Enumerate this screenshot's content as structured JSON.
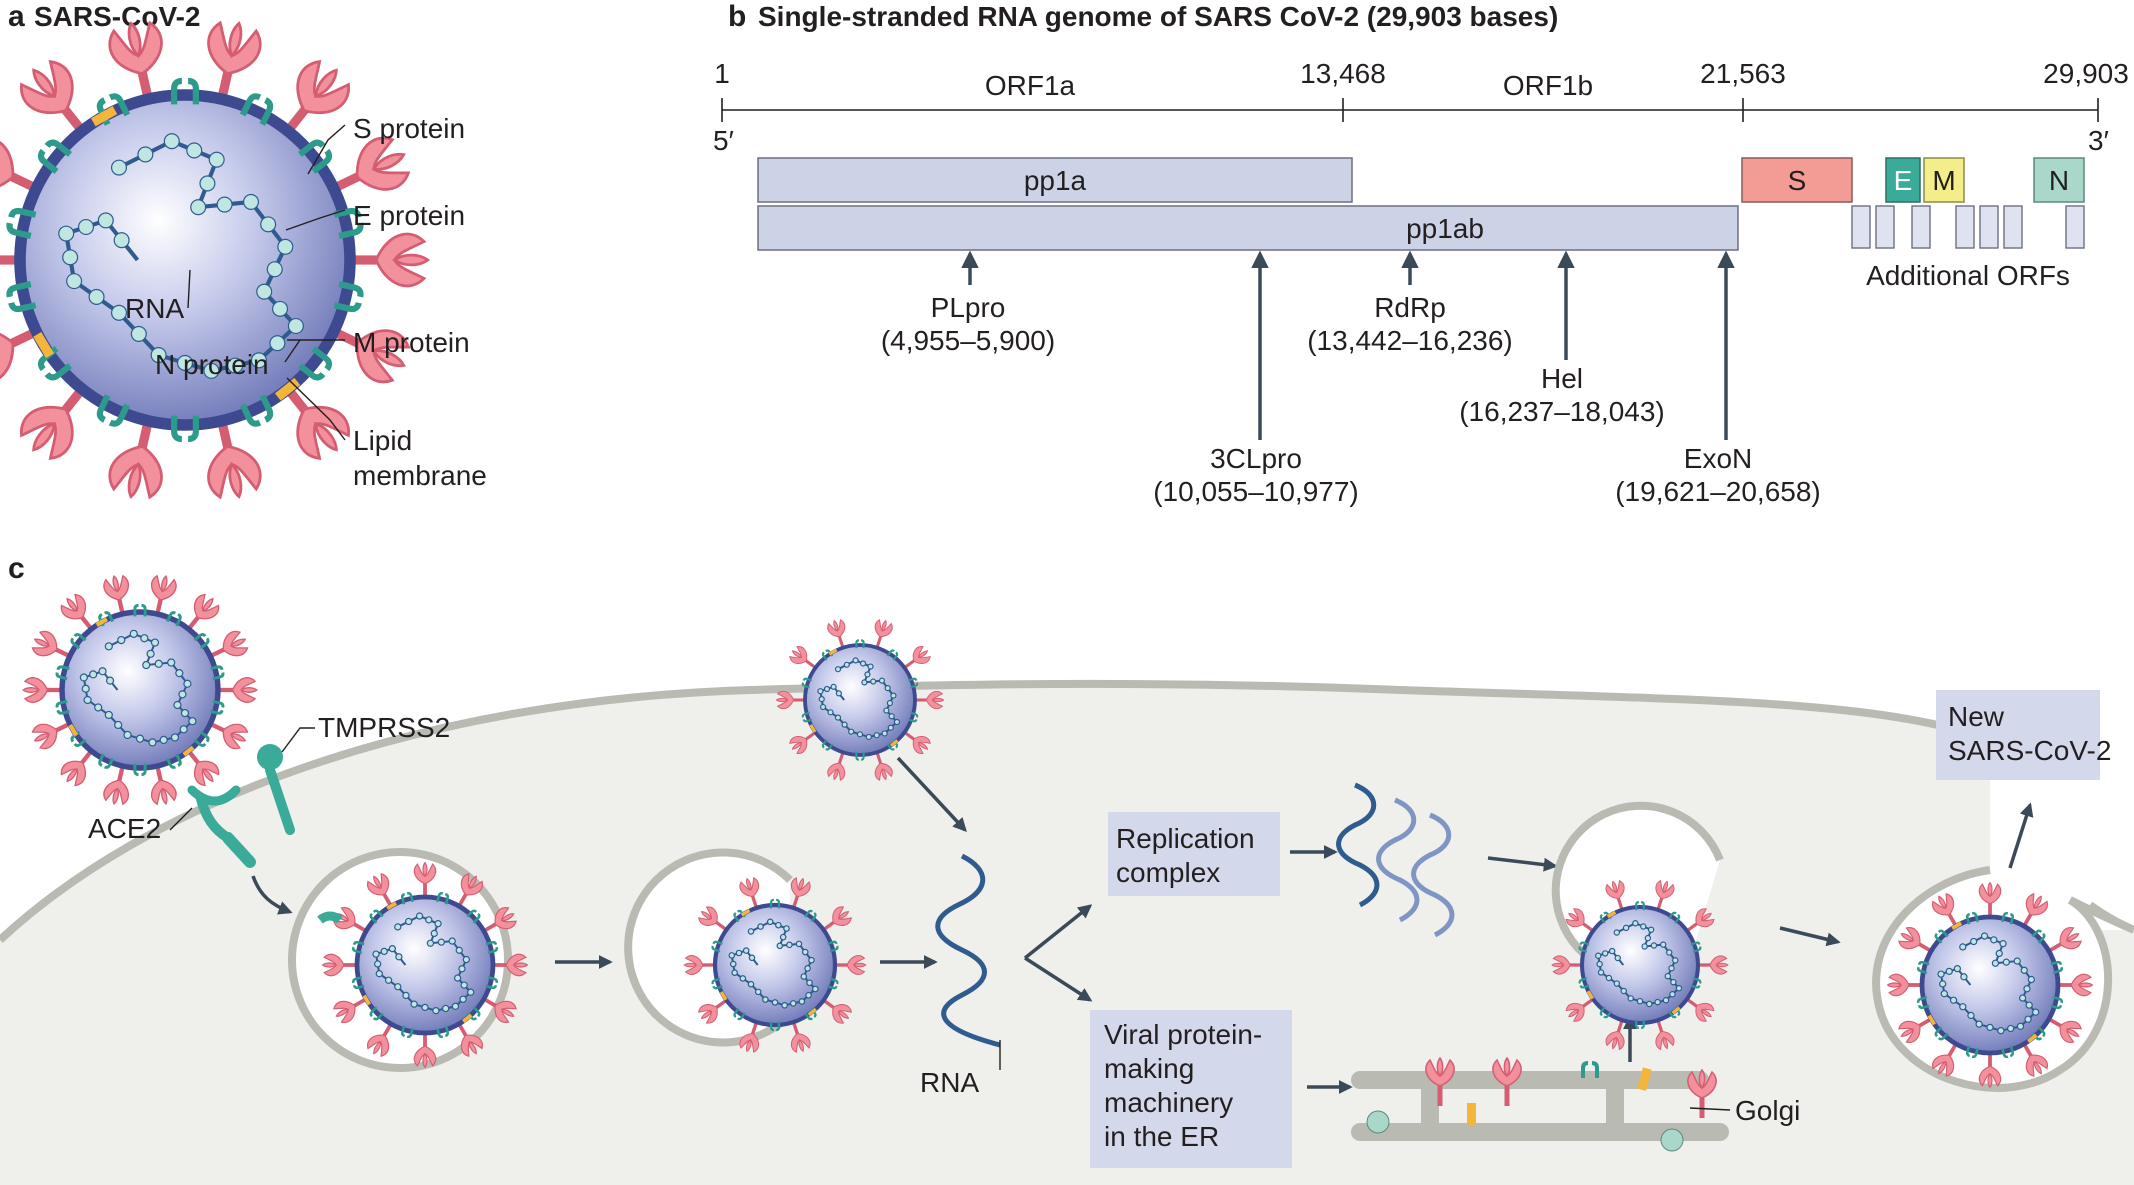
{
  "panel_a": {
    "letter": "a",
    "title": "SARS-CoV-2",
    "labels": {
      "s_protein": "S protein",
      "e_protein": "E protein",
      "m_protein": "M protein",
      "lipid_line1": "Lipid",
      "lipid_line2": "membrane",
      "rna": "RNA",
      "n_protein": "N protein"
    }
  },
  "panel_b": {
    "letter": "b",
    "title": "Single-stranded RNA genome of SARS CoV-2 (29,903 bases)",
    "ticks": [
      "1",
      "13,468",
      "21,563",
      "29,903"
    ],
    "regions": [
      "ORF1a",
      "ORF1b"
    ],
    "end5": "5′",
    "end3": "3′",
    "bars": {
      "pp1a": "pp1a",
      "pp1ab": "pp1ab"
    },
    "genes": {
      "s": "S",
      "e": "E",
      "m": "M",
      "n": "N"
    },
    "additional_orfs": "Additional ORFs",
    "proteins": [
      {
        "name": "PLpro",
        "range": "(4,955–5,900)"
      },
      {
        "name": "3CLpro",
        "range": "(10,055–10,977)"
      },
      {
        "name": "RdRp",
        "range": "(13,442–16,236)"
      },
      {
        "name": "Hel",
        "range": "(16,237–18,043)"
      },
      {
        "name": "ExoN",
        "range": "(19,621–20,658)"
      }
    ],
    "colors": {
      "bar": "#cdd3e6",
      "s": "#f39b95",
      "e": "#3aaa99",
      "m": "#f3ee8a",
      "n": "#a9d7c9"
    }
  },
  "panel_c": {
    "letter": "c",
    "labels": {
      "tmprss2": "TMPRSS2",
      "ace2": "ACE2",
      "replication_line1": "Replication",
      "replication_line2": "complex",
      "viral_line1": "Viral protein-",
      "viral_line2": "making",
      "viral_line3": "machinery",
      "viral_line4": "in the ER",
      "rna": "RNA",
      "golgi": "Golgi",
      "new_line1": "New",
      "new_line2": "SARS-CoV-2"
    },
    "colors": {
      "cell": "#efefec",
      "membrane": "#b9bbb2",
      "box": "#d3d9eb"
    }
  }
}
